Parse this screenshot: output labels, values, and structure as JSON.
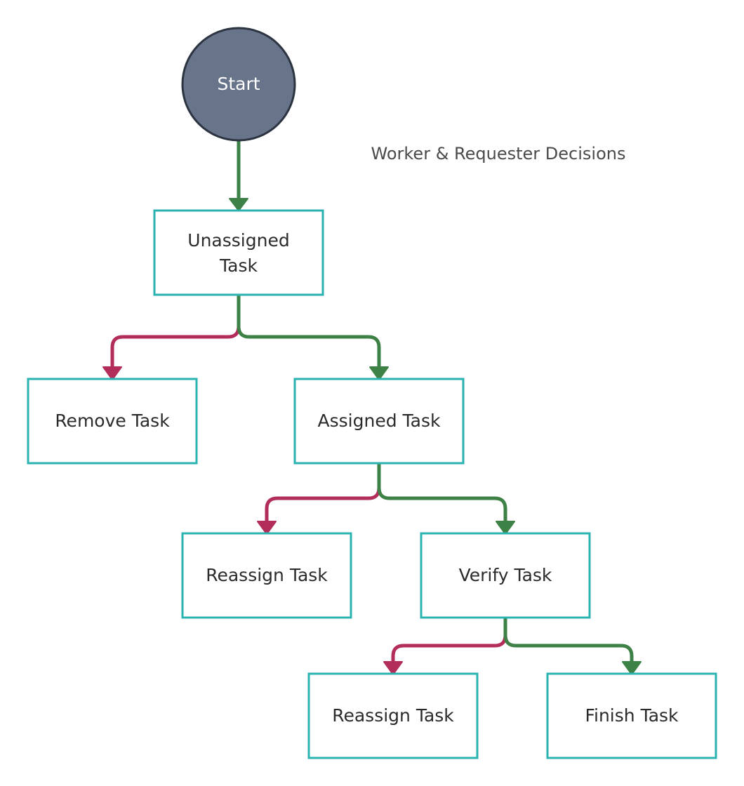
{
  "title": "Worker & Requester Decisions",
  "colors": {
    "start_fill": "#677489",
    "start_stroke": "#2c3442",
    "box_stroke": "#2ab3b0",
    "accept_edge": "#3e8146",
    "reject_edge": "#b22d5a"
  },
  "nodes": {
    "start": "Start",
    "unassigned_line1": "Unassigned",
    "unassigned_line2": "Task",
    "remove": "Remove Task",
    "assigned": "Assigned Task",
    "reassign_1": "Reassign Task",
    "verify": "Verify Task",
    "reassign_2": "Reassign Task",
    "finish": "Finish Task"
  },
  "edges": [
    {
      "from": "Start",
      "to": "Unassigned Task",
      "kind": "accept"
    },
    {
      "from": "Unassigned Task",
      "to": "Remove Task",
      "kind": "reject"
    },
    {
      "from": "Unassigned Task",
      "to": "Assigned Task",
      "kind": "accept"
    },
    {
      "from": "Assigned Task",
      "to": "Reassign Task",
      "kind": "reject"
    },
    {
      "from": "Assigned Task",
      "to": "Verify Task",
      "kind": "accept"
    },
    {
      "from": "Verify Task",
      "to": "Reassign Task",
      "kind": "reject"
    },
    {
      "from": "Verify Task",
      "to": "Finish Task",
      "kind": "accept"
    }
  ]
}
